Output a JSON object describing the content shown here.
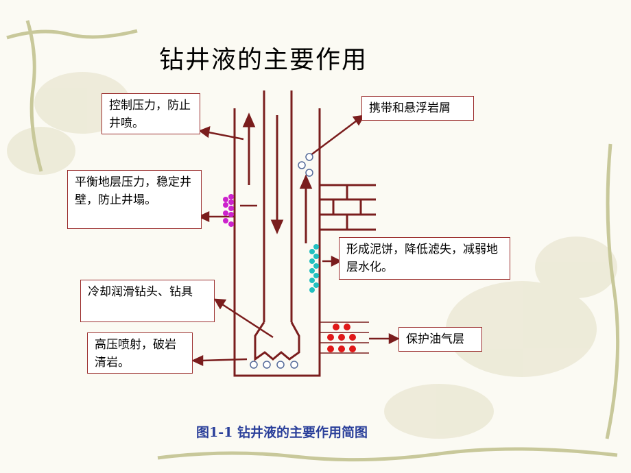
{
  "title": "钻井液的主要作用",
  "labels": {
    "control_pressure": "控制压力，防止井喷。",
    "carry_cuttings": "携带和悬浮岩屑",
    "balance_pressure": "平衡地层压力，稳定井壁，防止井塌。",
    "filter_cake": "形成泥饼，降低滤失，减弱地层水化。",
    "cool_lubricate": "冷却润滑钻头、钻具",
    "jet_rock": "高压喷射，破岩清岩。",
    "protect_reservoir": "保护油气层"
  },
  "caption": "图1-1  钻井液的主要作用简图",
  "colors": {
    "line": "#7a1d1d",
    "cuttings": "#8fb0d8",
    "balance_dots": "#cc22cc",
    "filter_dots": "#22c0c0",
    "oil_dots": "#e01818",
    "caption": "#2a3f9a"
  }
}
